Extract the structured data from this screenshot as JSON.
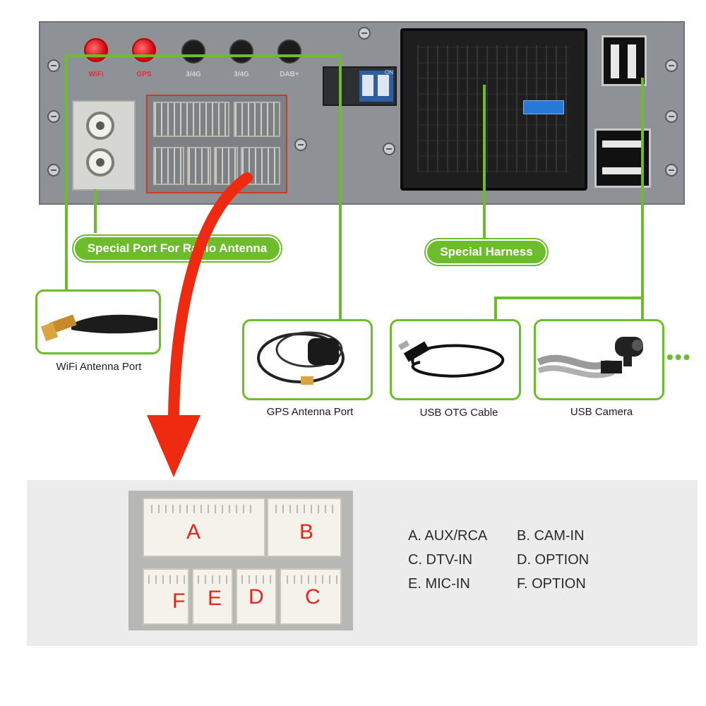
{
  "panel": {
    "jacks": [
      "WiFi",
      "GPS",
      "3/4G",
      "3/4G",
      "DAB+"
    ],
    "dip_label": "ON"
  },
  "callouts": {
    "radio_antenna": "Special Port For Radio Antenna",
    "harness": "Special Harness"
  },
  "items": {
    "wifi": "WiFi Antenna Port",
    "gps": "GPS Antenna Port",
    "usb_otg": "USB OTG Cable",
    "usb_camera": "USB Camera",
    "more": "•••"
  },
  "connector_letters": {
    "a": "A",
    "b": "B",
    "c": "C",
    "d": "D",
    "e": "E",
    "f": "F"
  },
  "legend": {
    "a": "A. AUX/RCA",
    "b": "B. CAM-IN",
    "c": "C. DTV-IN",
    "d": "D. OPTION",
    "e": "E. MIC-IN",
    "f": "F. OPTION"
  },
  "colors": {
    "green": "#6cbc2c",
    "red_arrow": "#ee2a10"
  }
}
